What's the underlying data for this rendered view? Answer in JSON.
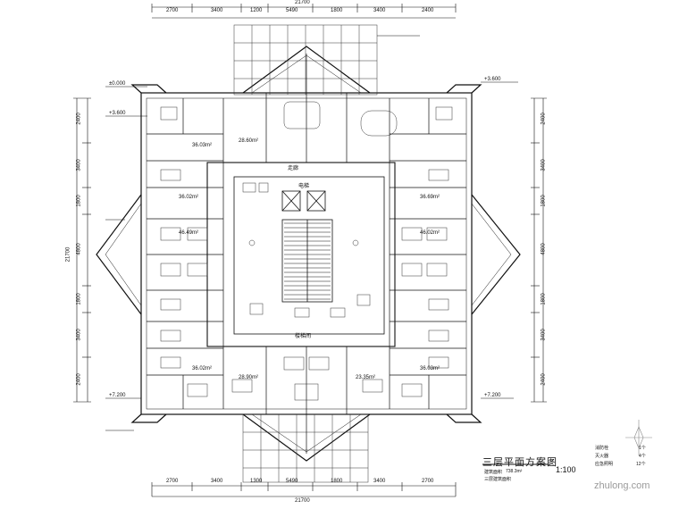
{
  "drawing": {
    "title": "三层平面方案图",
    "scale": "1:100",
    "area_label": "建筑面积",
    "area_value": "738.3m²",
    "floor_area_label": "三层建筑面积",
    "watermark": "zhulong.com"
  },
  "dimensions": {
    "top_segments": [
      "2700",
      "3400",
      "1200",
      "5490",
      "1800",
      "3400",
      "2400"
    ],
    "bottom_segments": [
      "2700",
      "3400",
      "1300",
      "5490",
      "1800",
      "3400",
      "2700"
    ],
    "top_total": "21700",
    "bottom_total": "21700",
    "left_segments": [
      "2400",
      "3400",
      "1800",
      "4800",
      "1800",
      "3400",
      "2400"
    ],
    "right_segments": [
      "2400",
      "3400",
      "1800",
      "4800",
      "1800",
      "3400",
      "2400"
    ],
    "left_total": "21700"
  },
  "core": {
    "corridor_label": "走廊",
    "stair_label": "楼梯间",
    "elevator_label": "电梯"
  },
  "legend": {
    "items": [
      {
        "name": "消防栓",
        "value": "1个"
      },
      {
        "name": "灭火器",
        "value": "4个"
      },
      {
        "name": "应急照明",
        "value": "12个"
      }
    ]
  },
  "room_area_labels": [
    "36.03m²",
    "28.60m²",
    "36.02m²",
    "46.49m²",
    "36.69m²",
    "46.02m²",
    "36.02m²",
    "28.90m²",
    "36.03m²",
    "23.35m²"
  ],
  "elevation_markers": [
    "±0.000",
    "+3.600",
    "+7.200",
    "+3.600",
    "+7.200"
  ],
  "colors": {
    "line": "#111111",
    "hatch": "#333333",
    "watermark": "#9a9a9a"
  }
}
